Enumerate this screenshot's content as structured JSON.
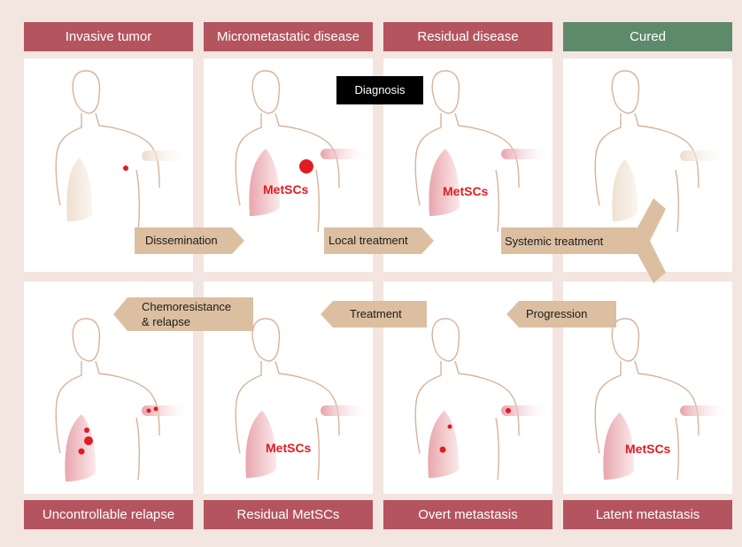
{
  "top_labels": [
    {
      "text": "Invasive tumor",
      "color": "#b4545f"
    },
    {
      "text": "Micrometastatic disease",
      "color": "#b4545f"
    },
    {
      "text": "Residual disease",
      "color": "#b4545f"
    },
    {
      "text": "Cured",
      "color": "#5d8a6a"
    }
  ],
  "bottom_labels": [
    {
      "text": "Uncontrollable relapse",
      "color": "#b4545f"
    },
    {
      "text": "Residual MetSCs",
      "color": "#b4545f"
    },
    {
      "text": "Overt metastasis",
      "color": "#b4545f"
    },
    {
      "text": "Latent metastasis",
      "color": "#b4545f"
    }
  ],
  "diagnosis_label": "Diagnosis",
  "metscs_label": "MetSCs",
  "arrows": {
    "dissemination": "Dissemination",
    "local_treatment": "Local treatment",
    "systemic_treatment": "Systemic treatment",
    "progression": "Progression",
    "treatment": "Treatment",
    "chemoresistance_line1": "Chemoresistance",
    "chemoresistance_line2": "& relapse"
  },
  "colors": {
    "background": "#f3e5df",
    "arrow": "#dcbfa1",
    "tumor": "#e11b22",
    "figure_outline": "#d7b39a"
  }
}
